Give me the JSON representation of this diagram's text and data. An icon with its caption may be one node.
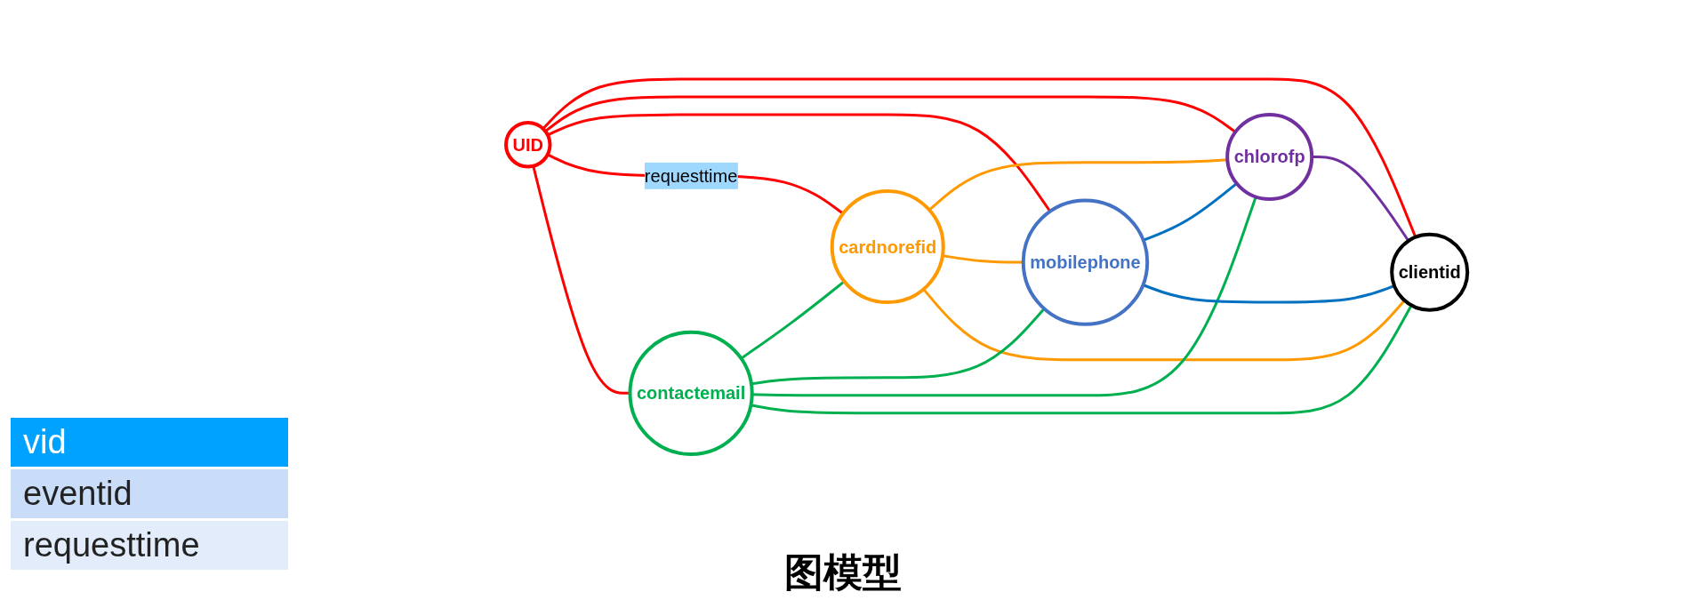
{
  "diagram": {
    "caption": "图模型",
    "nodes": [
      {
        "text": [
          "UID"
        ]
      },
      {
        "text": [
          "contactemail"
        ]
      },
      {
        "text": [
          "cardnorefid"
        ]
      },
      {
        "text": [
          "mobilephone"
        ]
      },
      {
        "text": [
          "chlorofp"
        ]
      },
      {
        "text": [
          "clientid"
        ]
      }
    ],
    "edges": [
      {
        "from": 0,
        "to": 5,
        "arrow": "none"
      },
      {
        "from": 0,
        "to": 4,
        "arrow": "none"
      },
      {
        "from": 0,
        "to": 3,
        "arrow": "none"
      },
      {
        "from": 0,
        "to": 2,
        "arrow": "none",
        "label": "requesttime"
      },
      {
        "from": 0,
        "to": 1,
        "arrow": "none"
      },
      {
        "from": 2,
        "to": 4,
        "arrow": "none",
        "color": "#ff9900"
      },
      {
        "from": 2,
        "to": 3,
        "arrow": "none",
        "color": "#ff9900"
      },
      {
        "from": 2,
        "to": 5,
        "arrow": "none",
        "color": "#ff9900"
      },
      {
        "from": 1,
        "to": 2,
        "arrow": "none",
        "color": "#00b050"
      },
      {
        "from": 1,
        "to": 3,
        "arrow": "none",
        "color": "#00b050"
      },
      {
        "from": 1,
        "to": 4,
        "arrow": "none",
        "color": "#00b050"
      },
      {
        "from": 1,
        "to": 5,
        "arrow": "none",
        "color": "#00b050"
      },
      {
        "from": 3,
        "to": 4,
        "arrow": "none",
        "color": "#0070c0"
      },
      {
        "from": 3,
        "to": 5,
        "arrow": "none",
        "color": "#0070c0"
      },
      {
        "from": 4,
        "to": 5,
        "arrow": "none",
        "color": "#7030a0"
      }
    ],
    "labels": [
      "vid",
      "eventid",
      "requesttime"
    ]
  }
}
